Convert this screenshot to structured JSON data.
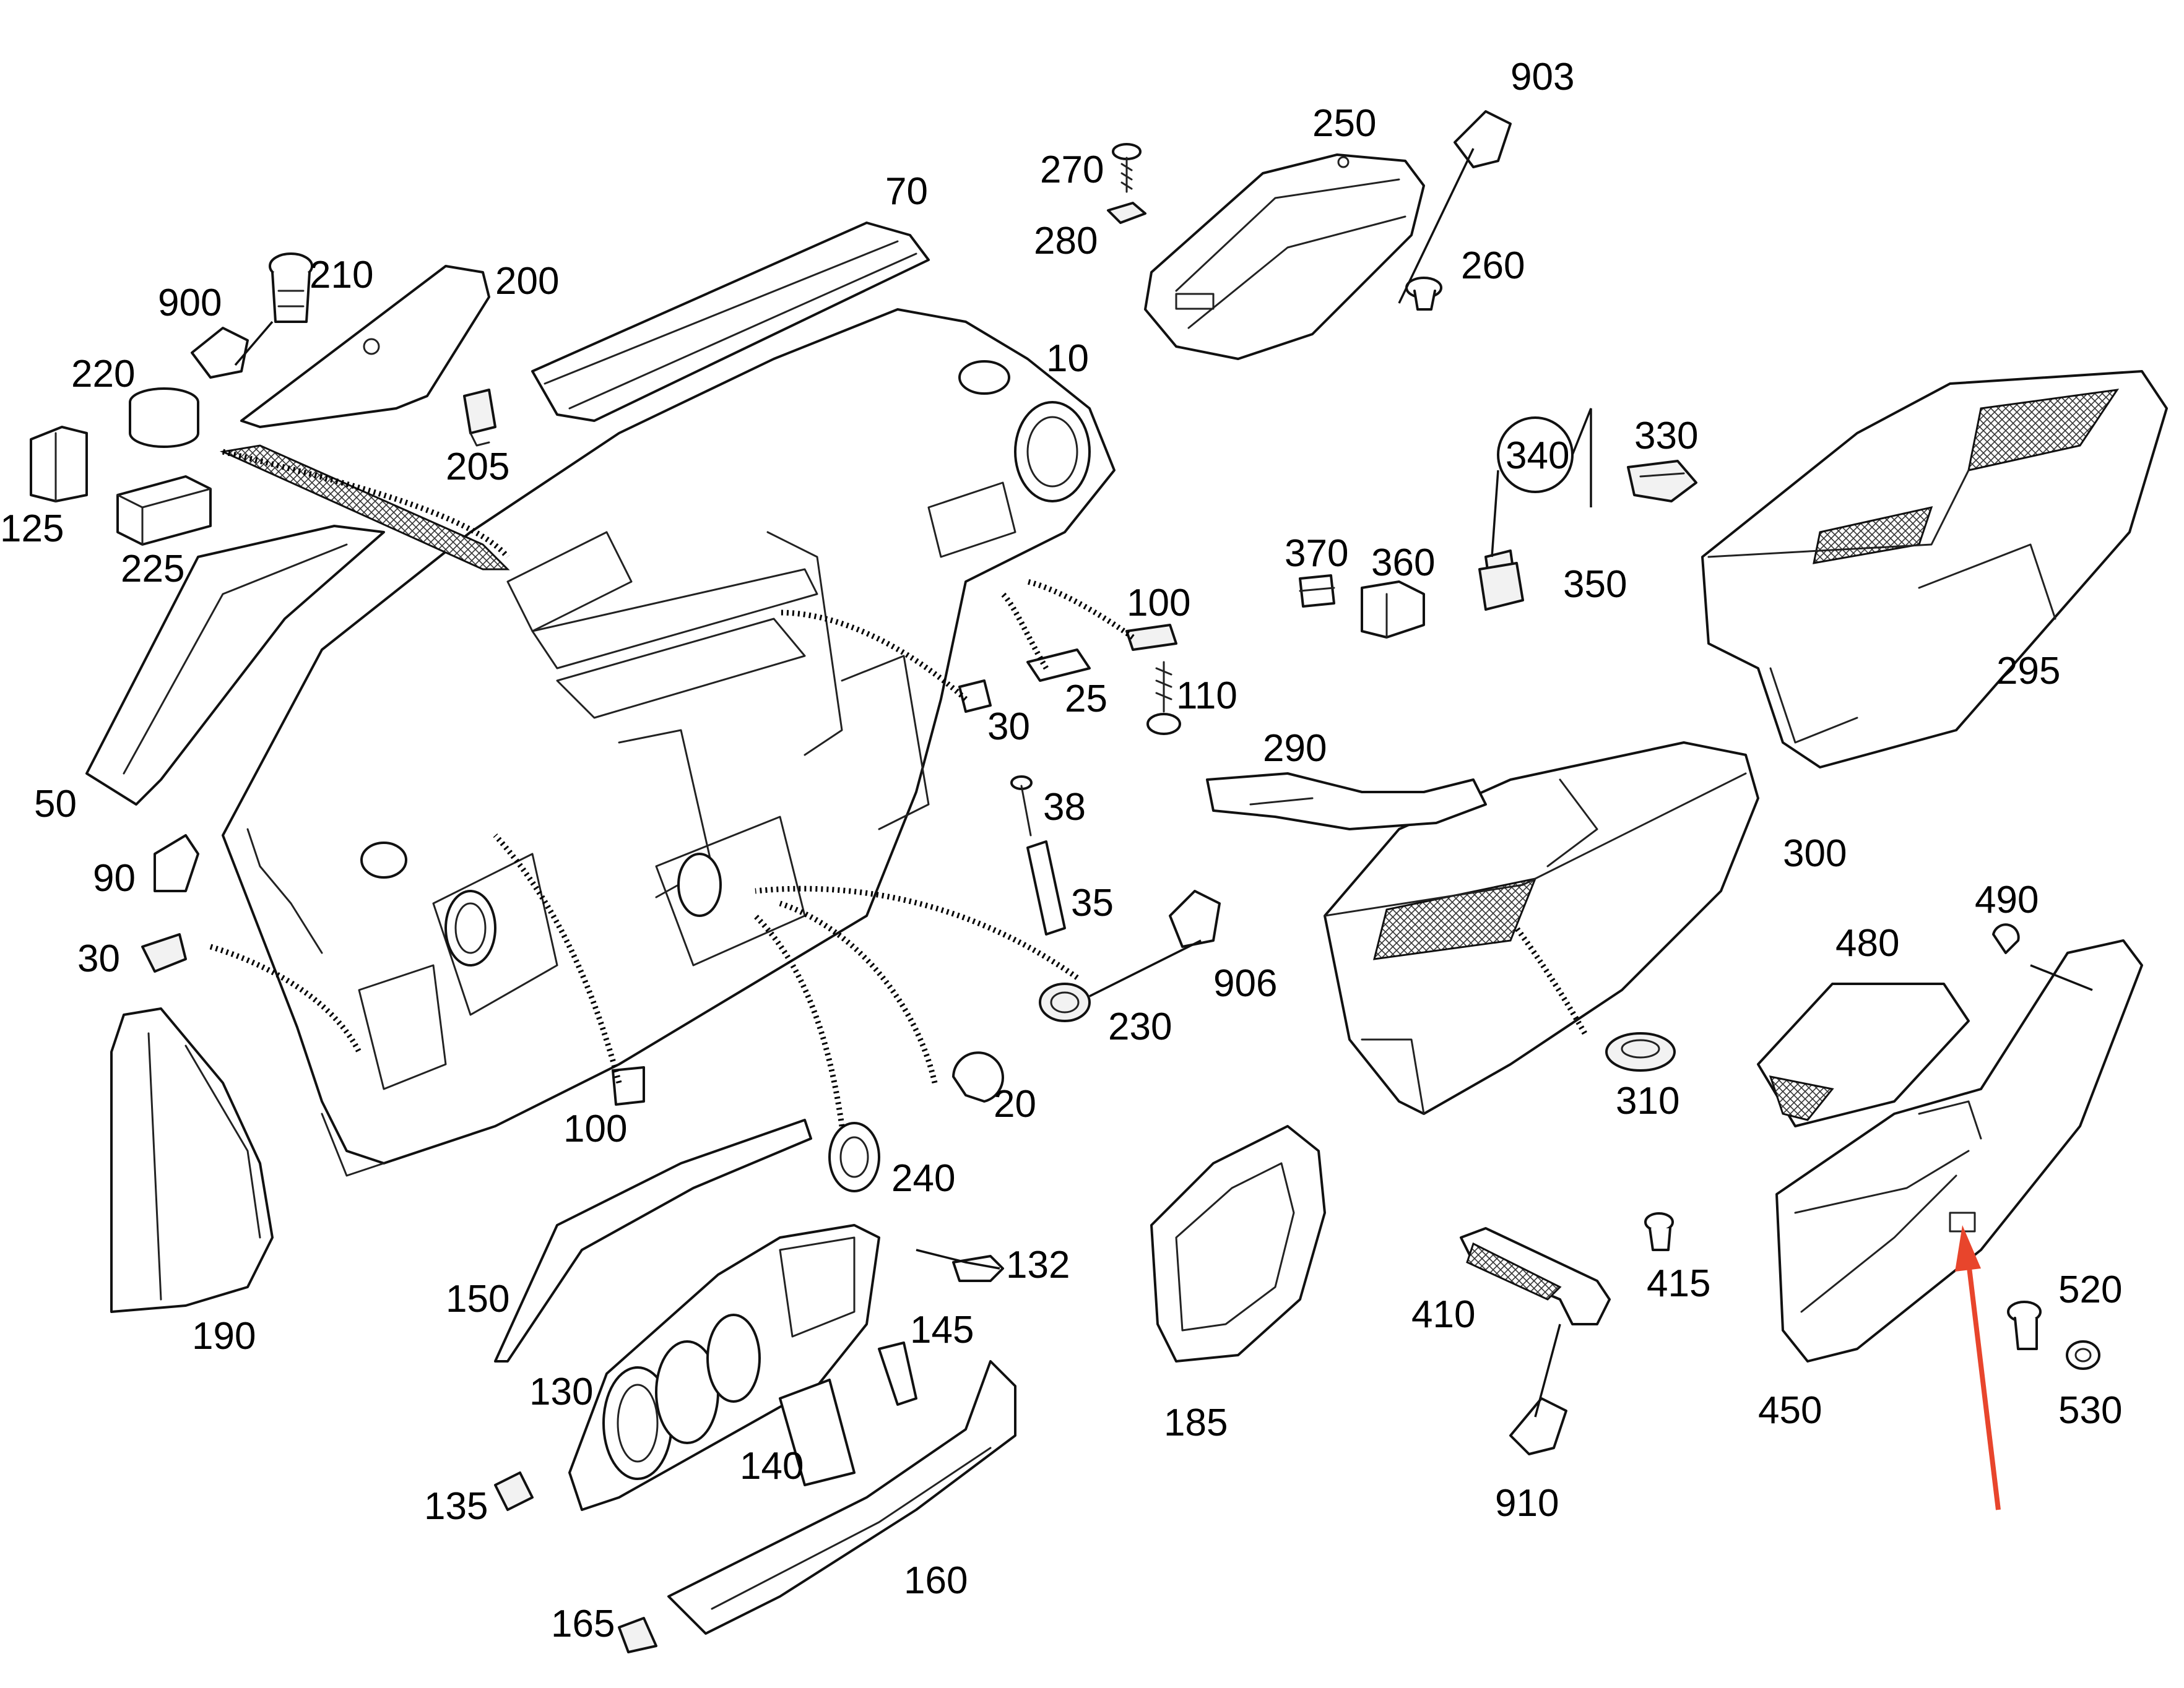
{
  "diagram": {
    "callouts": [
      {
        "id": "c903",
        "label": "903"
      },
      {
        "id": "c250",
        "label": "250"
      },
      {
        "id": "c270",
        "label": "270"
      },
      {
        "id": "c280",
        "label": "280"
      },
      {
        "id": "c260",
        "label": "260"
      },
      {
        "id": "c70",
        "label": "70"
      },
      {
        "id": "c210",
        "label": "210"
      },
      {
        "id": "c200",
        "label": "200"
      },
      {
        "id": "c900",
        "label": "900"
      },
      {
        "id": "c220",
        "label": "220"
      },
      {
        "id": "c10",
        "label": "10"
      },
      {
        "id": "c125",
        "label": "125"
      },
      {
        "id": "c205",
        "label": "205"
      },
      {
        "id": "c225",
        "label": "225"
      },
      {
        "id": "c340",
        "label": "340"
      },
      {
        "id": "c330",
        "label": "330"
      },
      {
        "id": "c370",
        "label": "370"
      },
      {
        "id": "c360",
        "label": "360"
      },
      {
        "id": "c350",
        "label": "350"
      },
      {
        "id": "c100a",
        "label": "100"
      },
      {
        "id": "c295",
        "label": "295"
      },
      {
        "id": "c25",
        "label": "25"
      },
      {
        "id": "c110",
        "label": "110"
      },
      {
        "id": "c30a",
        "label": "30"
      },
      {
        "id": "c290",
        "label": "290"
      },
      {
        "id": "c50",
        "label": "50"
      },
      {
        "id": "c38",
        "label": "38"
      },
      {
        "id": "c300",
        "label": "300"
      },
      {
        "id": "c90",
        "label": "90"
      },
      {
        "id": "c35",
        "label": "35"
      },
      {
        "id": "c490",
        "label": "490"
      },
      {
        "id": "c30b",
        "label": "30"
      },
      {
        "id": "c906",
        "label": "906"
      },
      {
        "id": "c480",
        "label": "480"
      },
      {
        "id": "c230",
        "label": "230"
      },
      {
        "id": "c310",
        "label": "310"
      },
      {
        "id": "c100b",
        "label": "100"
      },
      {
        "id": "c20",
        "label": "20"
      },
      {
        "id": "c240",
        "label": "240"
      },
      {
        "id": "c132",
        "label": "132"
      },
      {
        "id": "c415",
        "label": "415"
      },
      {
        "id": "c520",
        "label": "520"
      },
      {
        "id": "c150",
        "label": "150"
      },
      {
        "id": "c410",
        "label": "410"
      },
      {
        "id": "c190",
        "label": "190"
      },
      {
        "id": "c145",
        "label": "145"
      },
      {
        "id": "c130",
        "label": "130"
      },
      {
        "id": "c185",
        "label": "185"
      },
      {
        "id": "c450",
        "label": "450"
      },
      {
        "id": "c530",
        "label": "530"
      },
      {
        "id": "c140",
        "label": "140"
      },
      {
        "id": "c135",
        "label": "135"
      },
      {
        "id": "c910",
        "label": "910"
      },
      {
        "id": "c160",
        "label": "160"
      },
      {
        "id": "c165",
        "label": "165"
      }
    ],
    "colors": {
      "line": "#111111",
      "highlight_arrow": "#e8452c",
      "background": "#ffffff"
    }
  }
}
